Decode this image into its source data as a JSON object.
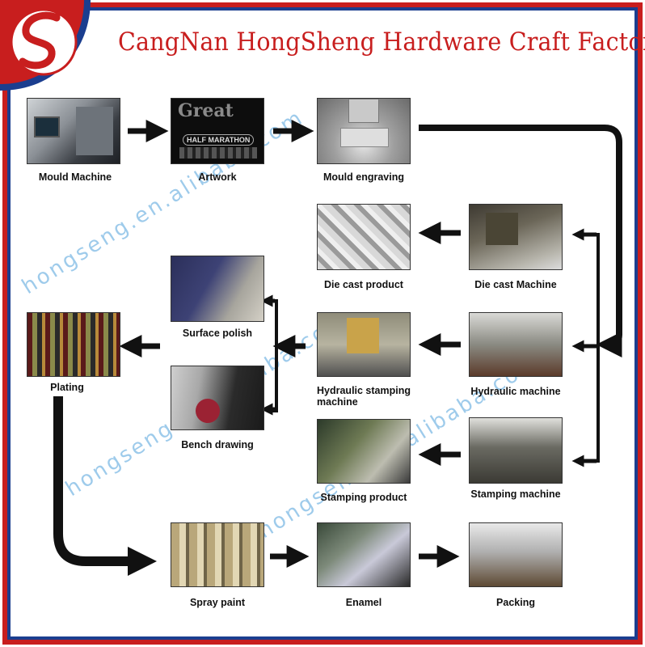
{
  "title": "CangNan HongSheng Hardware Craft Factory",
  "colors": {
    "frame_red": "#c81e1e",
    "frame_blue": "#1b3e8f",
    "arrow": "#111111",
    "watermark": "#288cd2"
  },
  "watermark": {
    "text1": "hongseng.en.alibaba.com",
    "text2": "hongseng.en.alibaba.com",
    "text3": "hongseng.en.alibaba.com"
  },
  "nodes": {
    "mould_machine": "Mould Machine",
    "artwork": "Artwork",
    "artwork_art": {
      "top": "Great",
      "mid": "HALF MARATHON"
    },
    "mould_engraving": "Mould engraving",
    "die_cast_product": "Die cast product",
    "die_cast_machine": "Die cast Machine",
    "surface_polish": "Surface polish",
    "plating": "Plating",
    "hydraulic_stamping_machine": "Hydraulic stamping machine",
    "hydraulic_machine": "Hydraulic machine",
    "bench_drawing": "Bench drawing",
    "stamping_product": "Stamping product",
    "stamping_machine": "Stamping machine",
    "spray_paint": "Spray paint",
    "enamel": "Enamel",
    "packing": "Packing"
  }
}
